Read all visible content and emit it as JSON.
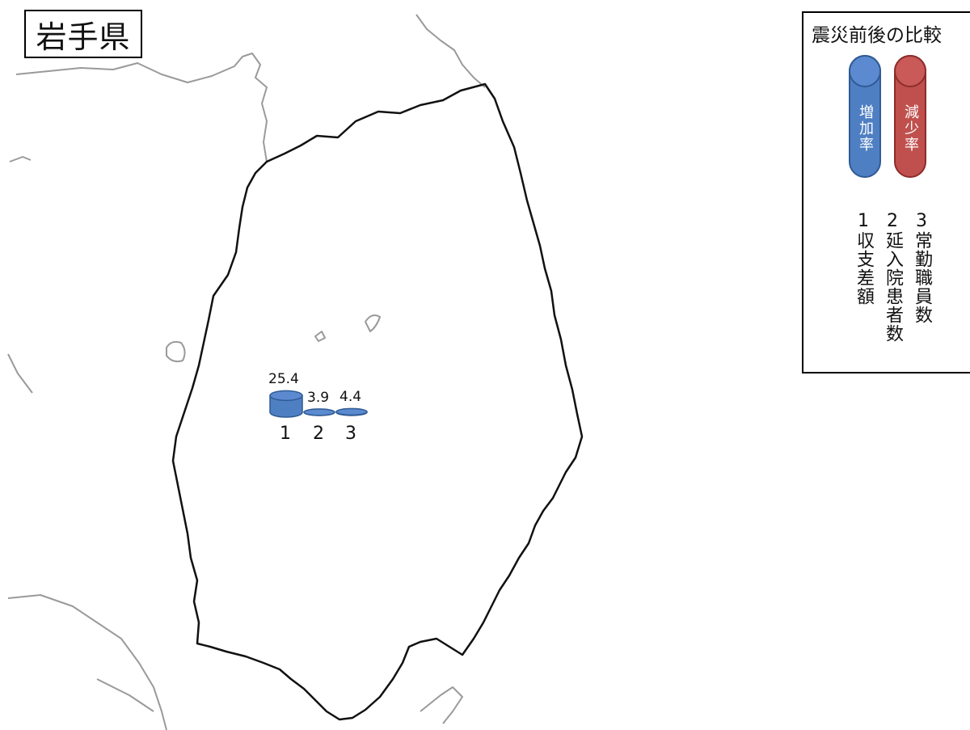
{
  "map": {
    "title": "岩手県"
  },
  "legend": {
    "title": "震災前後の比較",
    "increase_label": "増加率",
    "decrease_label": "減少率",
    "increase_color": "#4f7fc3",
    "decrease_color": "#c0504d",
    "items": [
      {
        "number": "1",
        "label": "収支差額"
      },
      {
        "number": "2",
        "label": "延入院患者数"
      },
      {
        "number": "3",
        "label": "常勤職員数"
      }
    ]
  },
  "chart_data": {
    "type": "bar",
    "categories": [
      "1",
      "2",
      "3"
    ],
    "values": [
      25.4,
      3.9,
      4.4
    ],
    "value_labels": [
      "25.4",
      "3.9",
      "4.4"
    ],
    "direction": [
      "increase",
      "increase",
      "increase"
    ]
  }
}
